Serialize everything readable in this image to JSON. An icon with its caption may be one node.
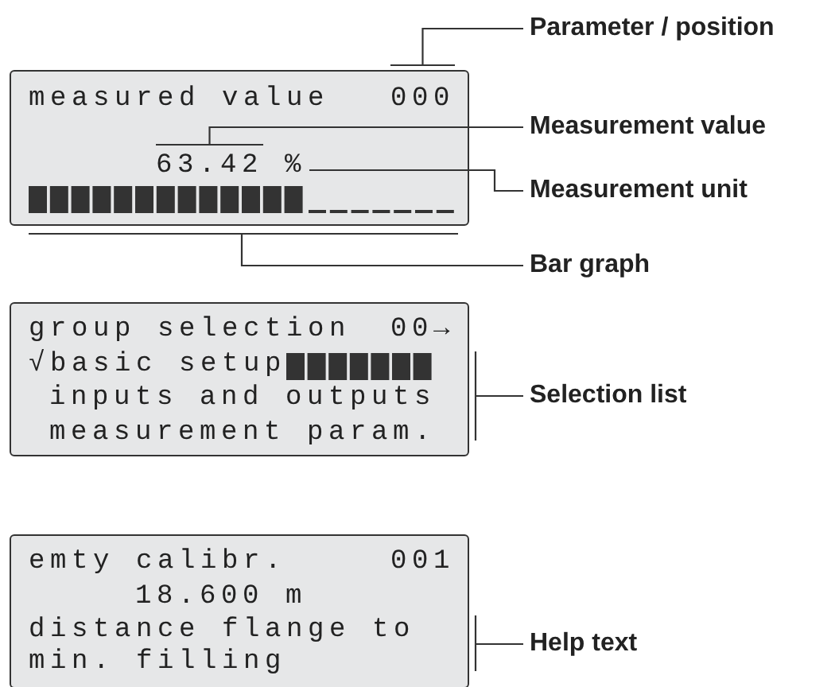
{
  "diagram": {
    "nodes": [
      {
        "text": [],
        "shape": "box"
      },
      {
        "text": [
          "measured value"
        ],
        "in": 0
      },
      {
        "text": [
          "000"
        ],
        "in": 0
      },
      {
        "text": [
          "63.42"
        ],
        "in": 0
      },
      {
        "text": [
          "%"
        ],
        "in": 0
      },
      {
        "text": [],
        "shape": "bar",
        "in": 0
      },
      {
        "text": [
          "Parameter / position"
        ]
      },
      {
        "text": [
          "Measurement value"
        ]
      },
      {
        "text": [
          "Measurement unit"
        ]
      },
      {
        "text": [
          "Bar graph"
        ]
      },
      {
        "text": [],
        "shape": "box"
      },
      {
        "text": [
          "group selection"
        ],
        "in": 10
      },
      {
        "text": [
          "00→"
        ],
        "in": 10
      },
      {
        "text": [
          "√basic setup"
        ],
        "in": 10
      },
      {
        "text": [
          "inputs and outputs"
        ],
        "in": 10
      },
      {
        "text": [
          "measurement param."
        ],
        "in": 10
      },
      {
        "text": [
          "Selection list"
        ]
      },
      {
        "text": [],
        "shape": "box"
      },
      {
        "text": [
          "emty calibr."
        ],
        "in": 17
      },
      {
        "text": [
          "001"
        ],
        "in": 17
      },
      {
        "text": [
          "18.600 m"
        ],
        "in": 17
      },
      {
        "text": [
          "distance flange to min. filling"
        ],
        "in": 17
      },
      {
        "text": [
          "Help text"
        ]
      }
    ],
    "edges": [
      {
        "from": 6,
        "to": 2,
        "arrow": "none"
      },
      {
        "from": 7,
        "to": 3,
        "arrow": "none"
      },
      {
        "from": 8,
        "to": 4,
        "arrow": "none"
      },
      {
        "from": 9,
        "to": 5,
        "arrow": "none"
      },
      {
        "from": 16,
        "to": 10,
        "arrow": "none"
      },
      {
        "from": 22,
        "to": 17,
        "arrow": "none"
      }
    ]
  }
}
